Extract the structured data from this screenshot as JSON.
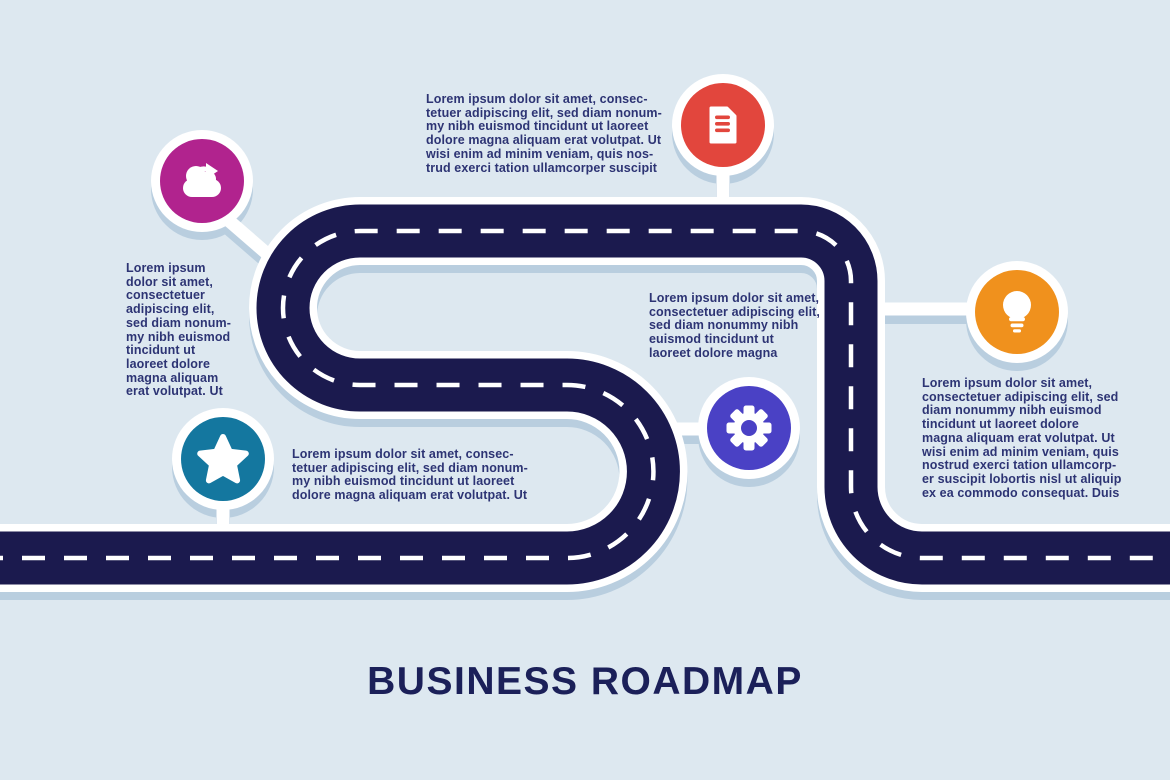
{
  "title": "BUSINESS ROADMAP",
  "background_color": "#dde8f0",
  "road": {
    "asphalt_color": "#1b1a4e",
    "edge_color": "#ffffff",
    "shadow_color": "#b9cedf",
    "dash_color": "#ffffff"
  },
  "text_color": "#2d3474",
  "title_color": "#1b2059",
  "milestones": [
    {
      "icon": "cloud-arrow-icon",
      "color": "#b1238e",
      "lines": [
        "Lorem ipsum",
        "dolor sit amet,",
        "consectetuer",
        "adipiscing elit,",
        "sed diam nonum-",
        "my nibh euismod",
        "tincidunt ut",
        "laoreet dolore",
        "magna aliquam",
        "erat volutpat. Ut"
      ]
    },
    {
      "icon": "document-icon",
      "color": "#e2463d",
      "lines": [
        "Lorem ipsum dolor sit amet, consec-",
        "tetuer adipiscing elit, sed diam nonum-",
        "my nibh euismod tincidunt ut laoreet",
        "dolore magna aliquam erat volutpat. Ut",
        "wisi enim ad minim veniam, quis nos-",
        "trud exerci tation ullamcorper suscipit"
      ]
    },
    {
      "icon": "star-icon",
      "color": "#14779f",
      "lines": [
        "Lorem ipsum dolor sit amet, consec-",
        "tetuer adipiscing elit, sed diam nonum-",
        "my nibh euismod tincidunt ut laoreet",
        "dolore magna aliquam erat volutpat. Ut"
      ]
    },
    {
      "icon": "gear-icon",
      "color": "#4a41c5",
      "lines": [
        "Lorem ipsum dolor sit amet,",
        "consectetuer adipiscing elit,",
        "sed diam nonummy nibh",
        "euismod tincidunt ut",
        "laoreet dolore magna"
      ]
    },
    {
      "icon": "lightbulb-icon",
      "color": "#f0911d",
      "lines": [
        "Lorem ipsum dolor sit amet,",
        "consectetuer adipiscing elit, sed",
        "diam nonummy nibh euismod",
        "tincidunt ut laoreet dolore",
        "magna aliquam erat volutpat. Ut",
        "wisi enim ad minim veniam, quis",
        "nostrud exerci tation ullamcorp-",
        "er suscipit lobortis nisl ut aliquip",
        "ex ea commodo consequat. Duis"
      ]
    }
  ]
}
